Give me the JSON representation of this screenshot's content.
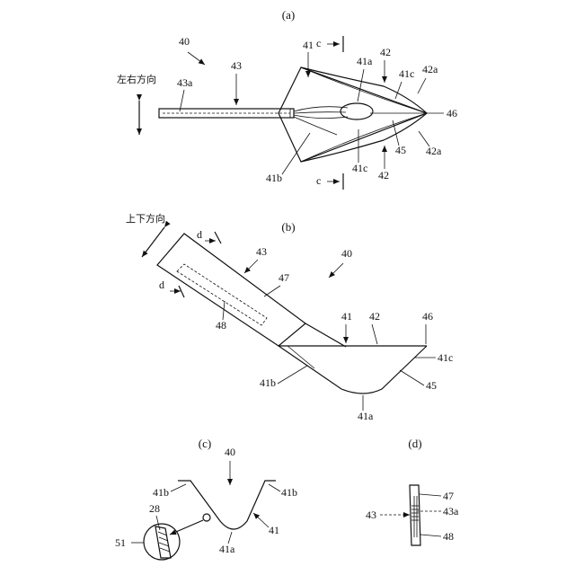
{
  "panel_a": {
    "label": "(a)",
    "direction": "左右方向",
    "refs": {
      "r40": "40",
      "r43": "43",
      "r43a": "43a",
      "r41": "41",
      "r41a": "41a",
      "r41b": "41b",
      "r41c_top": "41c",
      "r41c_bot": "41c",
      "r42_top": "42",
      "r42_bot": "42",
      "r42a_top": "42a",
      "r42a_bot": "42a",
      "r45": "45",
      "r46": "46",
      "c_top": "c",
      "c_bot": "c"
    }
  },
  "panel_b": {
    "label": "(b)",
    "direction": "上下方向",
    "refs": {
      "r40": "40",
      "r43": "43",
      "r47": "47",
      "r48": "48",
      "r41": "41",
      "r42": "42",
      "r46": "46",
      "r41b": "41b",
      "r41c": "41c",
      "r45": "45",
      "r41a": "41a",
      "d_top": "d",
      "d_bot": "d"
    }
  },
  "panel_c": {
    "label": "(c)",
    "refs": {
      "r40": "40",
      "r41b_l": "41b",
      "r41b_r": "41b",
      "r28": "28",
      "r51": "51",
      "r41a": "41a",
      "r41": "41"
    }
  },
  "panel_d": {
    "label": "(d)",
    "refs": {
      "r47": "47",
      "r43": "43",
      "r43a": "43a",
      "r48": "48"
    }
  }
}
